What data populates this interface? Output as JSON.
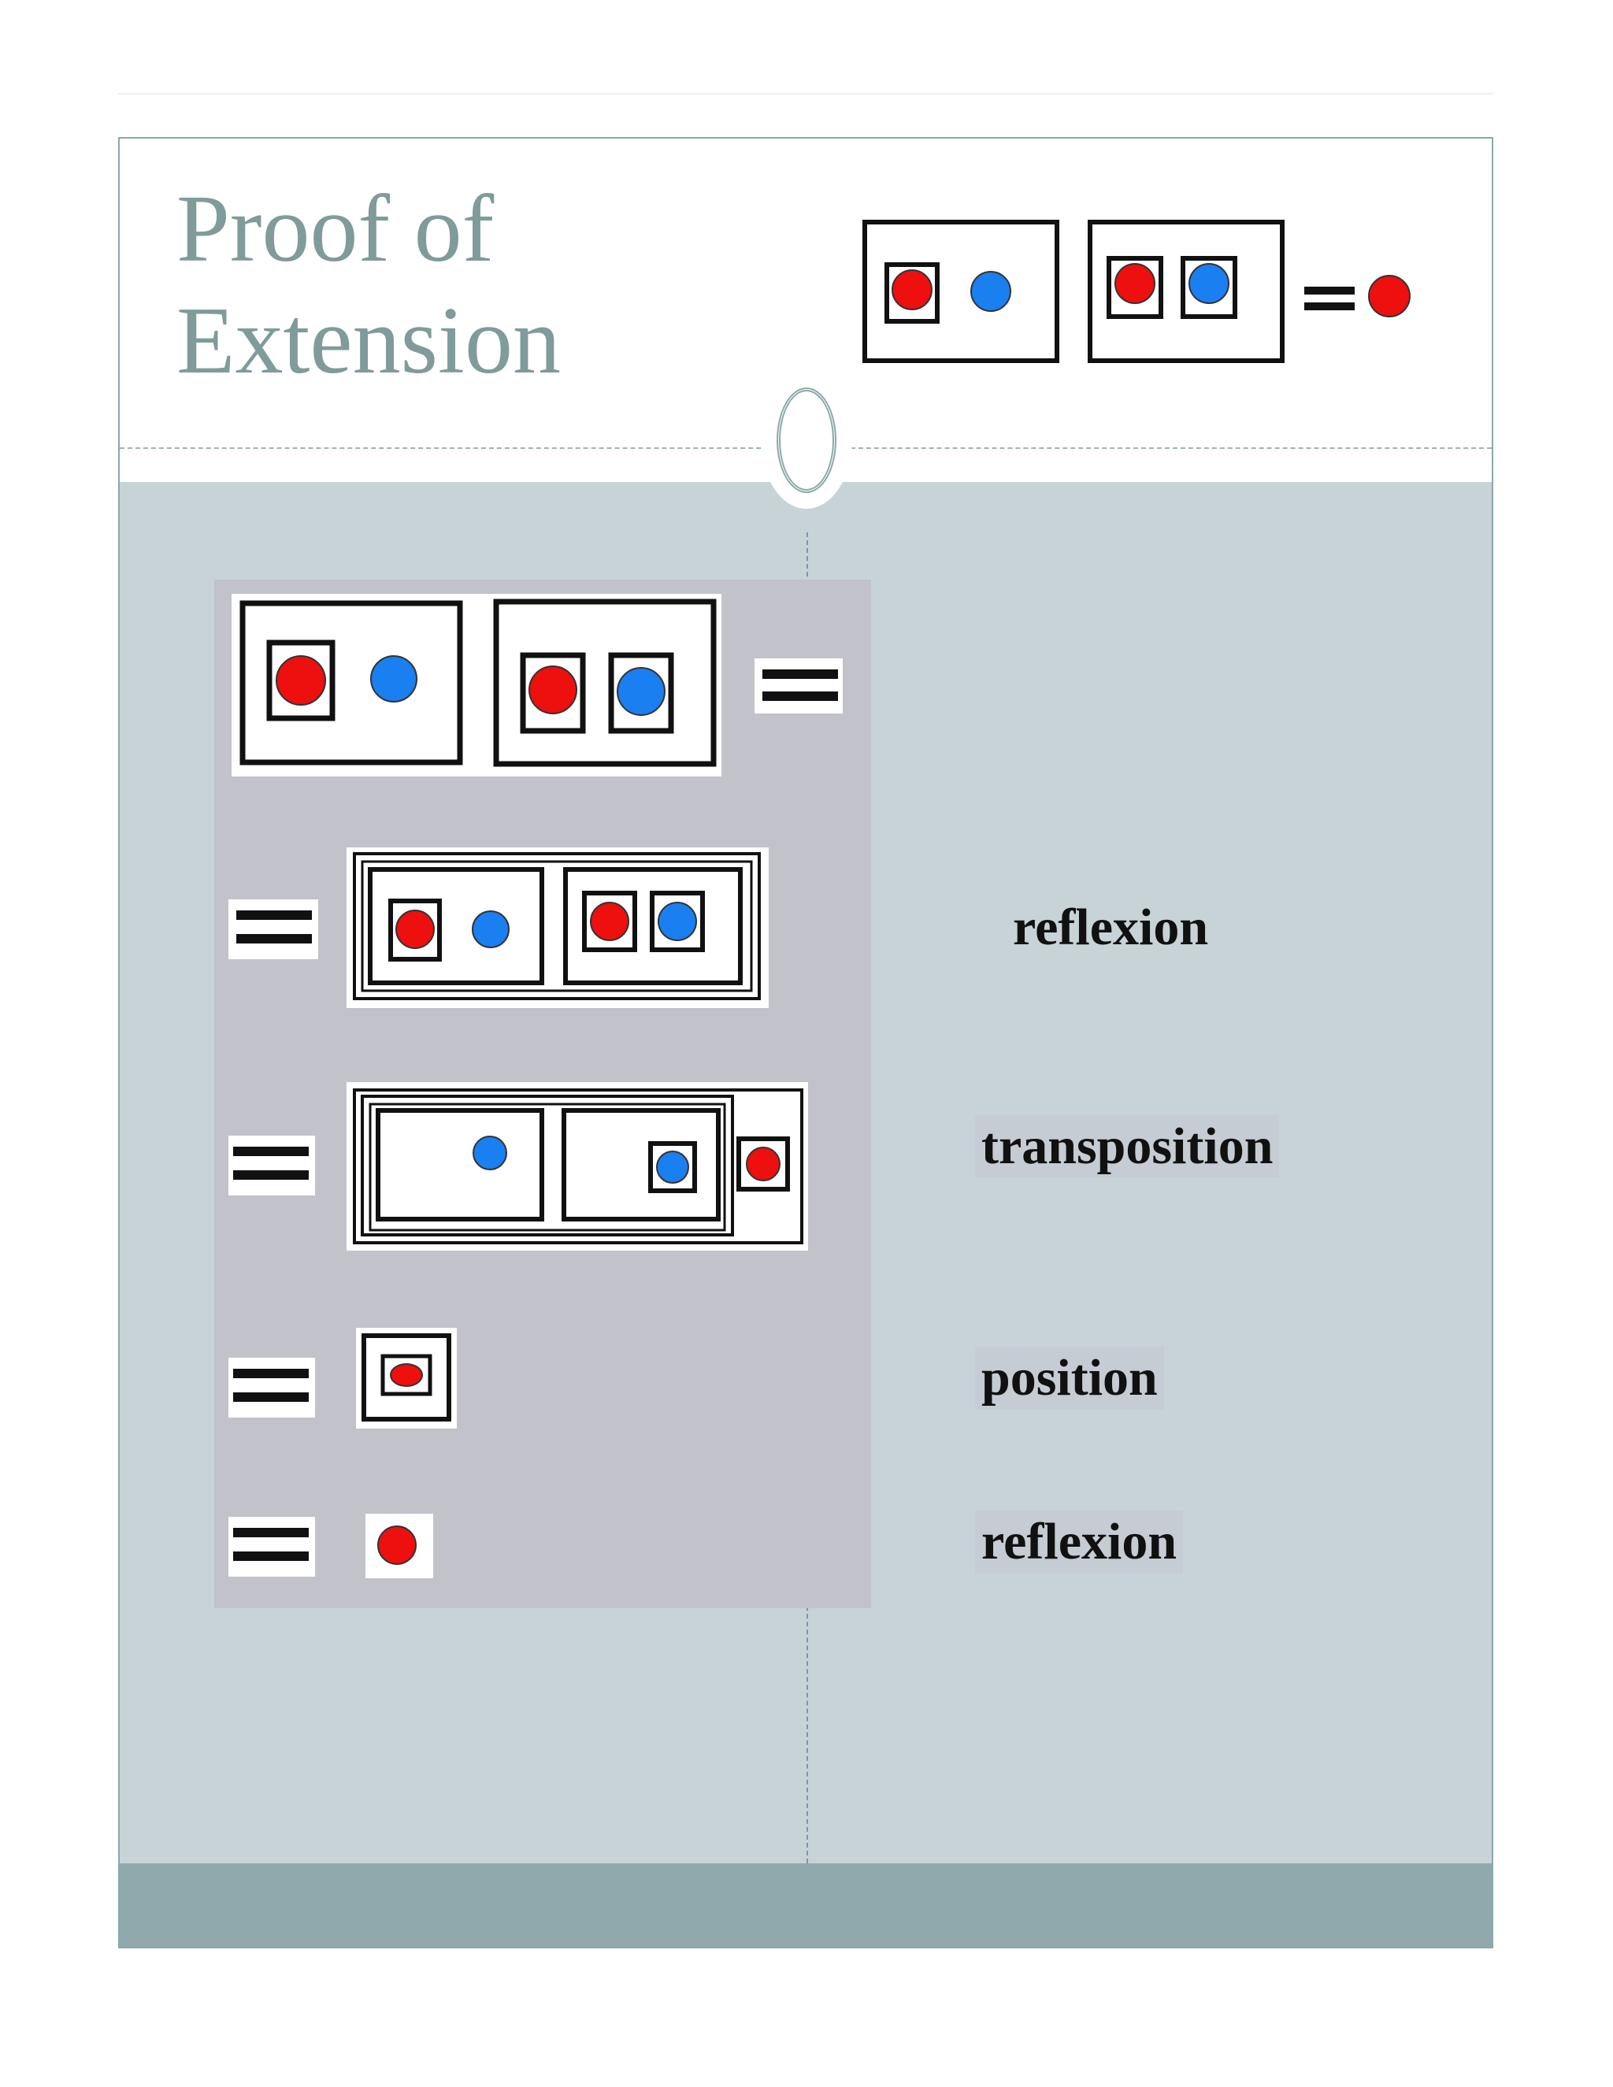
{
  "slide": {
    "title_lines": [
      "Proof of",
      "Extension"
    ],
    "header_expression": "equation-icon"
  },
  "steps": [
    {
      "icon": "dot-square-pair-equals-icon",
      "label": ""
    },
    {
      "icon": "equals-boxed-pair-icon",
      "label": "reflexion"
    },
    {
      "icon": "equals-transposed-pair-icon",
      "label": "transposition"
    },
    {
      "icon": "equals-boxed-red-dot-icon",
      "label": "position"
    },
    {
      "icon": "equals-red-dot-icon",
      "label": "reflexion"
    }
  ],
  "colors": {
    "title": "#7f9b9a",
    "frame": "#8aa9aa",
    "body_bg": "#c8d3d8",
    "panel_bg": "#c1c2ca",
    "footer": "#8fa9ac",
    "red_dot": "#ee0f0f",
    "blue_dot": "#1a7ff0",
    "box_stroke": "#111111"
  }
}
